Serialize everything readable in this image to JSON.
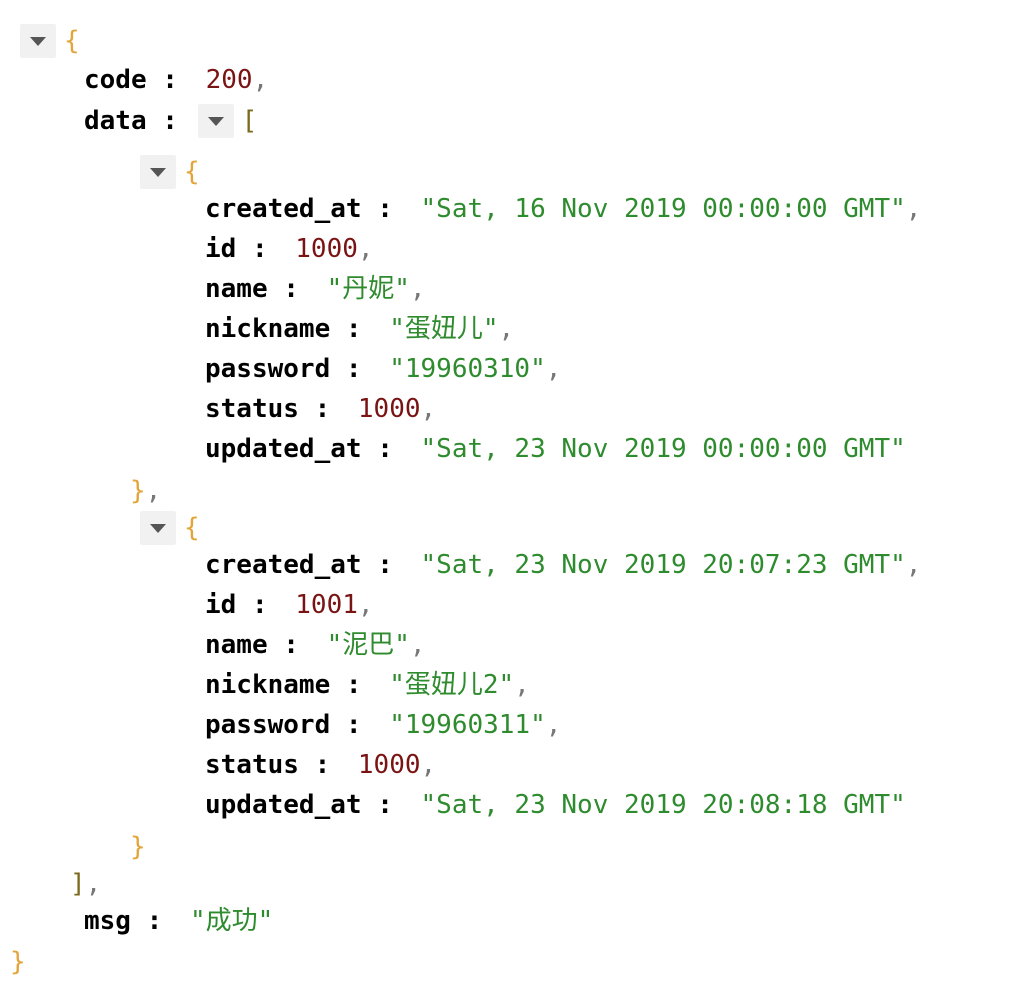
{
  "root": {
    "open": "{",
    "close": "}",
    "code": {
      "key": "code",
      "value": "200"
    },
    "data": {
      "key": "data",
      "open": "[",
      "close": "]",
      "items": [
        {
          "open": "{",
          "close": "}",
          "fields": [
            {
              "key": "created_at",
              "value": "\"Sat, 16 Nov 2019 00:00:00 GMT\"",
              "type": "str"
            },
            {
              "key": "id",
              "value": "1000",
              "type": "num"
            },
            {
              "key": "name",
              "value": "\"丹妮\"",
              "type": "str"
            },
            {
              "key": "nickname",
              "value": "\"蛋妞儿\"",
              "type": "str"
            },
            {
              "key": "password",
              "value": "\"19960310\"",
              "type": "str"
            },
            {
              "key": "status",
              "value": "1000",
              "type": "num"
            },
            {
              "key": "updated_at",
              "value": "\"Sat, 23 Nov 2019 00:00:00 GMT\"",
              "type": "str"
            }
          ]
        },
        {
          "open": "{",
          "close": "}",
          "fields": [
            {
              "key": "created_at",
              "value": "\"Sat, 23 Nov 2019 20:07:23 GMT\"",
              "type": "str"
            },
            {
              "key": "id",
              "value": "1001",
              "type": "num"
            },
            {
              "key": "name",
              "value": "\"泥巴\"",
              "type": "str"
            },
            {
              "key": "nickname",
              "value": "\"蛋妞儿2\"",
              "type": "str"
            },
            {
              "key": "password",
              "value": "\"19960311\"",
              "type": "str"
            },
            {
              "key": "status",
              "value": "1000",
              "type": "num"
            },
            {
              "key": "updated_at",
              "value": "\"Sat, 23 Nov 2019 20:08:18 GMT\"",
              "type": "str"
            }
          ]
        }
      ]
    },
    "msg": {
      "key": "msg",
      "value": "\"成功\""
    }
  },
  "syntax": {
    "separator": " : ",
    "comma": ","
  }
}
